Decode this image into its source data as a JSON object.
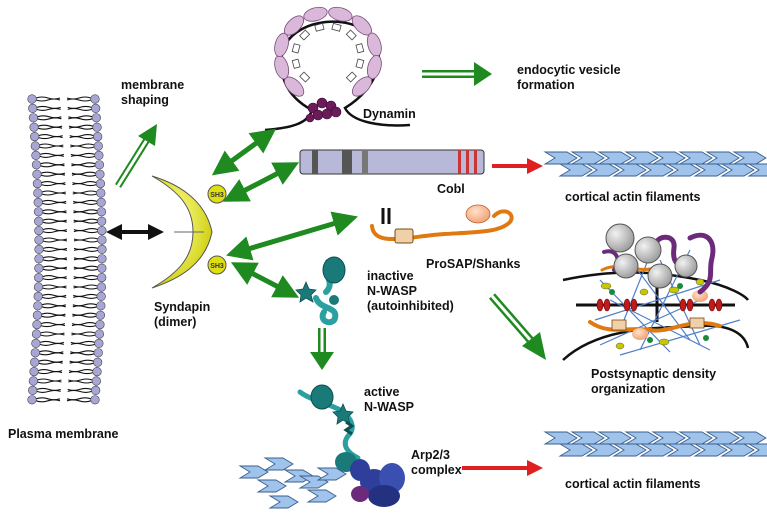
{
  "labels": {
    "membrane_shaping": "membrane\nshaping",
    "endocytic": "endocytic vesicle\nformation",
    "dynamin": "Dynamin",
    "cobl": "Cobl",
    "cortical_top": "cortical actin filaments",
    "prosap": "ProSAP/Shanks",
    "sh3_top": "SH3",
    "sh3_bottom": "SH3",
    "syndapin": "Syndapin\n(dimer)",
    "inactive": "inactive\nN-WASP\n(autoinhibited)",
    "psd": "Postsynaptic density\norganization",
    "active": "active\nN-WASP",
    "arp": "Arp2/3\ncomplex",
    "cortical_bottom": "cortical actin filaments",
    "plasma": "Plasma membrane"
  },
  "colors": {
    "green": "#1f8a1f",
    "red": "#e02020",
    "black": "#111111",
    "syndapin": "#e6e600",
    "lipid_head": "#a7a6d6",
    "dynamin": "#d9b8d9",
    "cobl": "#b8b8d8",
    "shank": "#e07a10",
    "nwasp": "#1a7a7a",
    "actin": "#9fc3ea",
    "arp": "#2e3e9a"
  },
  "icons": [
    "membrane-bilayer",
    "syndapin-crescent",
    "dynamin-coated-vesicle",
    "cobl-bar",
    "actin-filament",
    "shank-scaffold",
    "nwasp-domains",
    "psd-scaffold",
    "arp23-complex"
  ]
}
